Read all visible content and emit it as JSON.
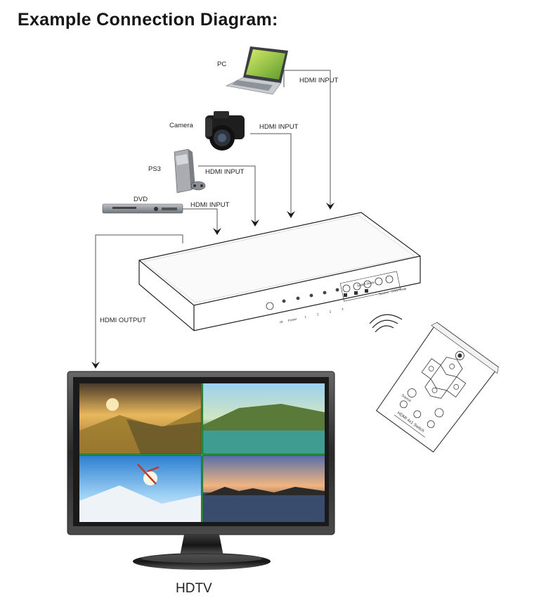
{
  "title": "Example Connection Diagram:",
  "devices": {
    "pc": "PC",
    "camera": "Camera",
    "ps3": "PS3",
    "dvd": "DVD",
    "hdtv": "HDTV"
  },
  "connections": {
    "pc_input": "HDMI INPUT",
    "camera_input": "HDMI INPUT",
    "ps3_input": "HDMI INPUT",
    "dvd_input": "HDMI INPUT",
    "output": "HDMI OUTPUT"
  },
  "switch_panel": {
    "ir": "IR",
    "power": "Power",
    "port1": "1",
    "port2": "2",
    "port3": "3",
    "port4": "4",
    "switch_mode": "Switch Mode",
    "source": "Source",
    "ok_swap": "OSD/Swap"
  },
  "remote": {
    "name": "HDMI 4x1 Switch",
    "source": "Source"
  }
}
